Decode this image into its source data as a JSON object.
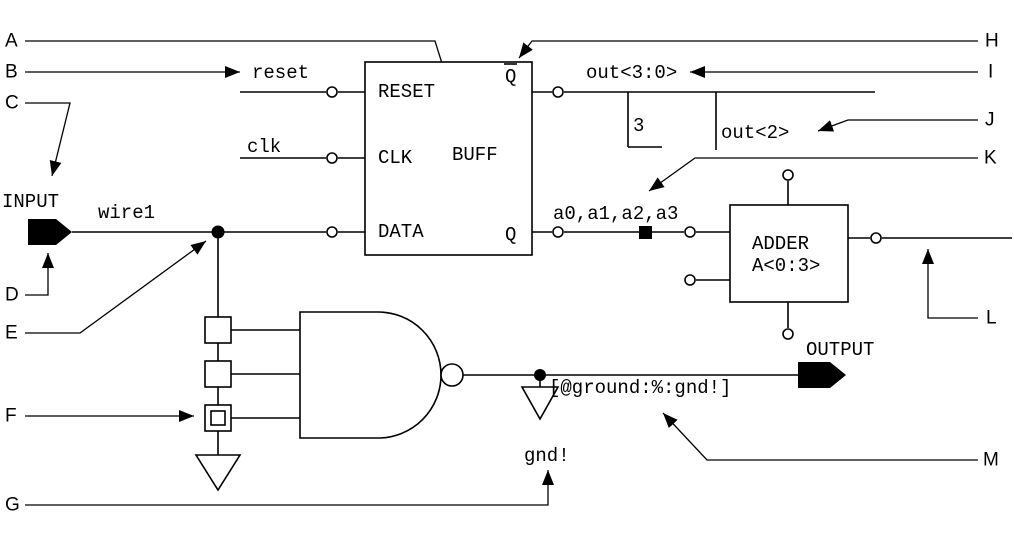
{
  "callouts": {
    "a": "A",
    "b": "B",
    "c": "C",
    "d": "D",
    "e": "E",
    "f": "F",
    "g": "G",
    "h": "H",
    "i": "I",
    "j": "J",
    "k": "K",
    "l": "L",
    "m": "M"
  },
  "ports": {
    "input": "INPUT",
    "output": "OUTPUT"
  },
  "nets": {
    "reset": "reset",
    "clk": "clk",
    "wire1": "wire1",
    "bus": "out<3:0>",
    "bus_bit": "3",
    "bus_member": "out<2>",
    "alias": "a0,a1,a2,a3",
    "ground": "gnd!",
    "net_expression": "[@ground:%:gnd!]"
  },
  "flipflop": {
    "pin_reset": "RESET",
    "pin_clk": "CLK",
    "pin_data": "DATA",
    "instance": "BUFF",
    "pin_qbar": "Q",
    "pin_q": "Q"
  },
  "adder": {
    "name": "ADDER",
    "pins": "A<0:3>"
  },
  "colors": {
    "line": "#000000",
    "background": "#ffffff"
  }
}
